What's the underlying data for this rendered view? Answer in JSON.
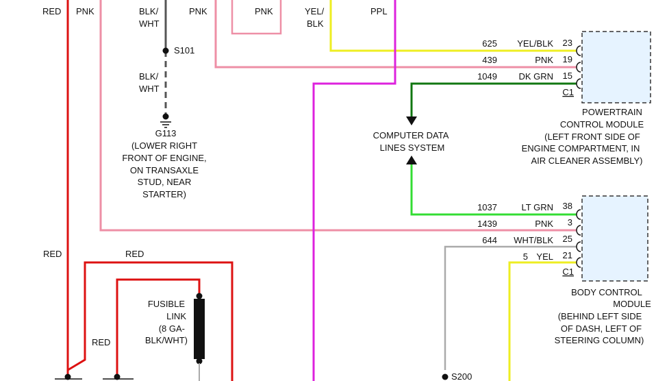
{
  "top_labels": {
    "red": "RED",
    "pnk_a": "PNK",
    "blk_wht_1": "BLK/",
    "blk_wht_2": "WHT",
    "pnk_b": "PNK",
    "pnk_c": "PNK",
    "yel_blk_1": "YEL/",
    "yel_blk_2": "BLK",
    "ppl": "PPL"
  },
  "splice_s101": "S101",
  "blk_wht_mid_1": "BLK/",
  "blk_wht_mid_2": "WHT",
  "ground": {
    "id": "G113",
    "lines": [
      "(LOWER RIGHT",
      "FRONT OF ENGINE,",
      "ON TRANSAXLE",
      "STUD, NEAR",
      "STARTER)"
    ]
  },
  "pcm_wires": [
    {
      "circuit": "625",
      "color_label": "YEL/BLK",
      "pin": "23"
    },
    {
      "circuit": "439",
      "color_label": "PNK",
      "pin": "19"
    },
    {
      "circuit": "1049",
      "color_label": "DK GRN",
      "pin": "15"
    }
  ],
  "pcm_connector": "C1",
  "pcm": {
    "lines": [
      "POWERTRAIN",
      "CONTROL MODULE",
      "(LEFT FRONT SIDE OF",
      "ENGINE COMPARTMENT, IN",
      "AIR CLEANER ASSEMBLY)"
    ]
  },
  "computer_data": [
    "COMPUTER DATA",
    "LINES SYSTEM"
  ],
  "bcm_wires": [
    {
      "circuit": "1037",
      "color_label": "LT GRN",
      "pin": "38"
    },
    {
      "circuit": "1439",
      "color_label": "PNK",
      "pin": "3"
    },
    {
      "circuit": "644",
      "color_label": "WHT/BLK",
      "pin": "25"
    },
    {
      "circuit": "5",
      "color_label": "YEL",
      "pin": "21"
    }
  ],
  "bcm_connector": "C1",
  "bcm": {
    "lines": [
      "BODY CONTROL",
      "MODULE",
      "(BEHIND LEFT SIDE",
      "OF DASH, LEFT OF",
      "STEERING COLUMN)"
    ]
  },
  "lower_labels": {
    "red_left": "RED",
    "red_mid": "RED",
    "red_low": "RED"
  },
  "fusible_link": [
    "FUSIBLE",
    "LINK",
    "(8 GA-",
    "BLK/WHT)"
  ],
  "splice_s200": "S200",
  "colors": {
    "red": "#dd1111",
    "pink": "#ee8fa6",
    "purple": "#dd22dd",
    "yellow": "#eeee22",
    "dk_green": "#117711",
    "lt_green": "#33dd33",
    "gray": "#aaaaaa",
    "black": "#111111",
    "module_fill": "#e6f3ff"
  }
}
